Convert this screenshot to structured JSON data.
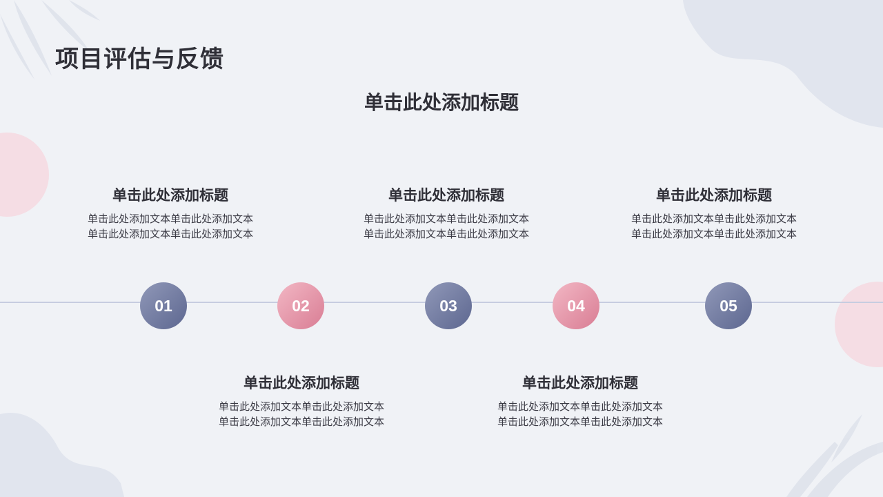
{
  "slide": {
    "title": "项目评估与反馈",
    "subtitle": "单击此处添加标题"
  },
  "colors": {
    "background": "#f0f2f6",
    "blue_node": "#6f7899",
    "pink_node": "#e08ea2",
    "timeline": "#c7cde0"
  },
  "steps": [
    {
      "number": "01",
      "color": "blue",
      "heading": "单击此处添加标题",
      "line1": "单击此处添加文本单击此处添加文本",
      "line2": "单击此处添加文本单击此处添加文本"
    },
    {
      "number": "02",
      "color": "pink",
      "heading": "单击此处添加标题",
      "line1": "单击此处添加文本单击此处添加文本",
      "line2": "单击此处添加文本单击此处添加文本"
    },
    {
      "number": "03",
      "color": "blue",
      "heading": "单击此处添加标题",
      "line1": "单击此处添加文本单击此处添加文本",
      "line2": "单击此处添加文本单击此处添加文本"
    },
    {
      "number": "04",
      "color": "pink",
      "heading": "单击此处添加标题",
      "line1": "单击此处添加文本单击此处添加文本",
      "line2": "单击此处添加文本单击此处添加文本"
    },
    {
      "number": "05",
      "color": "blue",
      "heading": "单击此处添加标题",
      "line1": "单击此处添加文本单击此处添加文本",
      "line2": "单击此处添加文本单击此处添加文本"
    }
  ]
}
